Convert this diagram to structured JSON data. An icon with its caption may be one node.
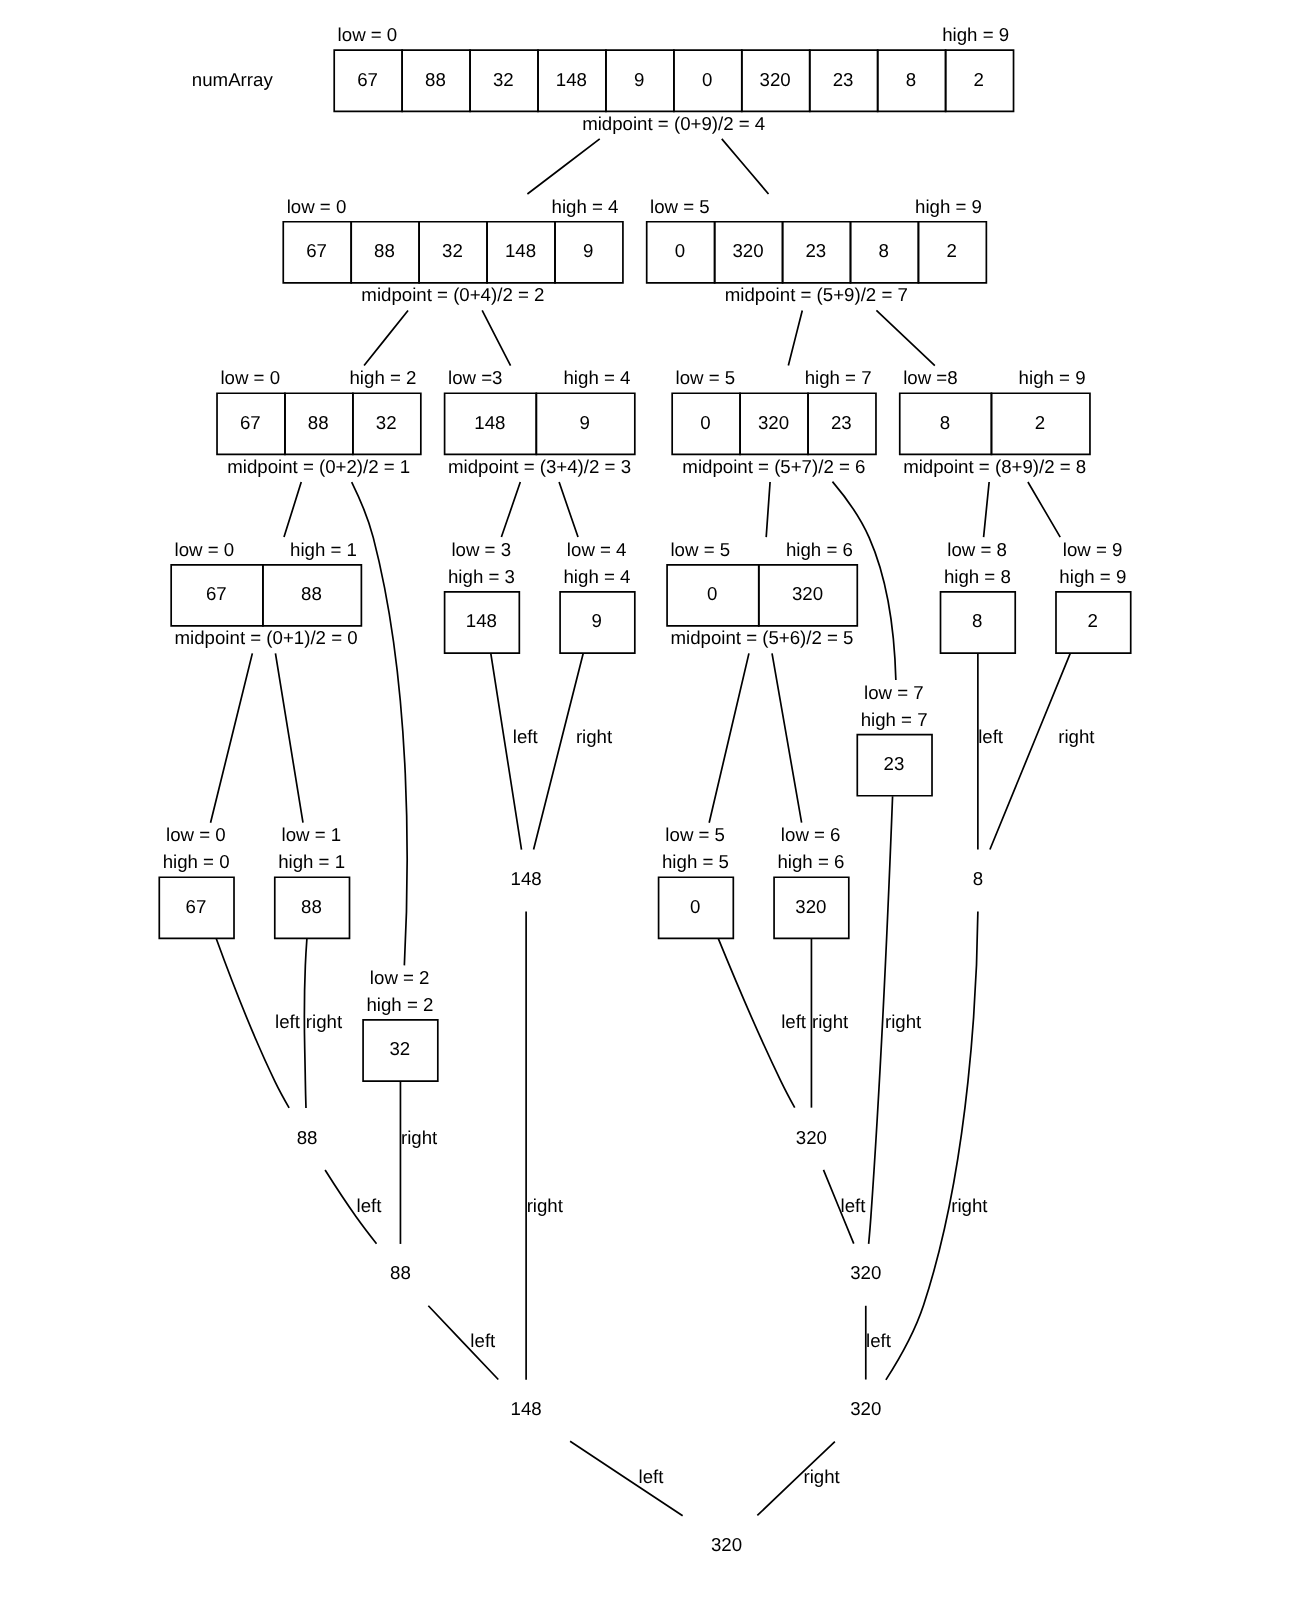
{
  "diagram": {
    "nodes": [
      {
        "text": [
          "low = 0",
          "high = 9",
          "67",
          "88",
          "32",
          "148",
          "9",
          "0",
          "320",
          "23",
          "8",
          "2"
        ],
        "beside": [
          "midpoint = (0+9)/2 = 4"
        ]
      },
      {
        "text": [
          "low = 0",
          "high = 4",
          "67",
          "88",
          "32",
          "148",
          "9"
        ],
        "beside": [
          "midpoint = (0+4)/2 = 2"
        ]
      },
      {
        "text": [
          "low = 5",
          "high = 9",
          "0",
          "320",
          "23",
          "8",
          "2"
        ],
        "beside": [
          "midpoint = (5+9)/2 = 7"
        ]
      },
      {
        "text": [
          "low = 0",
          "high = 2",
          "67",
          "88",
          "32"
        ],
        "beside": [
          "midpoint = (0+2)/2 = 1"
        ]
      },
      {
        "text": [
          "low =3",
          "high = 4",
          "148",
          "9"
        ],
        "beside": [
          "midpoint = (3+4)/2 = 3"
        ]
      },
      {
        "text": [
          "low = 5",
          "high = 7",
          "0",
          "320",
          "23"
        ],
        "beside": [
          "midpoint = (5+7)/2 = 6"
        ]
      },
      {
        "text": [
          "low =8",
          "high = 9",
          "8",
          "2"
        ],
        "beside": [
          "midpoint = (8+9)/2 = 8"
        ]
      },
      {
        "text": [
          "low = 0",
          "high = 1",
          "67",
          "88"
        ],
        "beside": [
          "midpoint = (0+1)/2 = 0"
        ]
      },
      {
        "text": [
          "low = 2",
          "high = 2",
          "32"
        ]
      },
      {
        "text": [
          "low = 3",
          "high = 3",
          "148"
        ]
      },
      {
        "text": [
          "low = 4",
          "high = 4",
          "9"
        ]
      },
      {
        "text": [
          "low = 5",
          "high = 6",
          "0",
          "320"
        ],
        "beside": [
          "midpoint = (5+6)/2 = 5"
        ]
      },
      {
        "text": [
          "low = 7",
          "high = 7",
          "23"
        ]
      },
      {
        "text": [
          "low = 8",
          "high = 8",
          "8"
        ]
      },
      {
        "text": [
          "low = 9",
          "high = 9",
          "2"
        ]
      },
      {
        "text": [
          "low = 0",
          "high = 0",
          "67"
        ]
      },
      {
        "text": [
          "low = 1",
          "high = 1",
          "88"
        ]
      },
      {
        "text": [
          "low = 5",
          "high = 5",
          "0"
        ]
      },
      {
        "text": [
          "low = 6",
          "high = 6",
          "320"
        ]
      },
      {
        "text": [
          "148"
        ]
      },
      {
        "text": [
          "8"
        ]
      },
      {
        "text": [
          "88"
        ]
      },
      {
        "text": [
          "320"
        ]
      },
      {
        "text": [
          "88"
        ]
      },
      {
        "text": [
          "320"
        ]
      },
      {
        "text": [
          "148"
        ]
      },
      {
        "text": [
          "320"
        ]
      },
      {
        "text": [
          "320"
        ]
      }
    ],
    "edges": [
      {
        "from": 0,
        "to": 1,
        "arrow": "none"
      },
      {
        "from": 0,
        "to": 2,
        "arrow": "none"
      },
      {
        "from": 1,
        "to": 3,
        "arrow": "none"
      },
      {
        "from": 1,
        "to": 4,
        "arrow": "none"
      },
      {
        "from": 2,
        "to": 5,
        "arrow": "none"
      },
      {
        "from": 2,
        "to": 6,
        "arrow": "none"
      },
      {
        "from": 3,
        "to": 7,
        "arrow": "none"
      },
      {
        "from": 3,
        "to": 8,
        "arrow": "none"
      },
      {
        "from": 4,
        "to": 9,
        "arrow": "none"
      },
      {
        "from": 4,
        "to": 10,
        "arrow": "none"
      },
      {
        "from": 5,
        "to": 11,
        "arrow": "none"
      },
      {
        "from": 5,
        "to": 12,
        "arrow": "none"
      },
      {
        "from": 6,
        "to": 13,
        "arrow": "none"
      },
      {
        "from": 6,
        "to": 14,
        "arrow": "none"
      },
      {
        "from": 7,
        "to": 15,
        "arrow": "none"
      },
      {
        "from": 7,
        "to": 16,
        "arrow": "none"
      },
      {
        "from": 11,
        "to": 17,
        "arrow": "none"
      },
      {
        "from": 11,
        "to": 18,
        "arrow": "none"
      },
      {
        "from": 9,
        "to": 19,
        "label": "left",
        "arrow": "none"
      },
      {
        "from": 10,
        "to": 19,
        "label": "right",
        "arrow": "none"
      },
      {
        "from": 13,
        "to": 20,
        "label": "left",
        "arrow": "none"
      },
      {
        "from": 14,
        "to": 20,
        "label": "right",
        "arrow": "none"
      },
      {
        "from": 15,
        "to": 21,
        "label": "left",
        "arrow": "none"
      },
      {
        "from": 16,
        "to": 21,
        "label": "right",
        "arrow": "none"
      },
      {
        "from": 17,
        "to": 22,
        "label": "left",
        "arrow": "none"
      },
      {
        "from": 18,
        "to": 22,
        "label": "right",
        "arrow": "none"
      },
      {
        "from": 21,
        "to": 23,
        "label": "left",
        "arrow": "none"
      },
      {
        "from": 8,
        "to": 23,
        "label": "right",
        "arrow": "none"
      },
      {
        "from": 22,
        "to": 24,
        "label": "left",
        "arrow": "none"
      },
      {
        "from": 12,
        "to": 24,
        "label": "right",
        "arrow": "none"
      },
      {
        "from": 23,
        "to": 25,
        "label": "left",
        "arrow": "none"
      },
      {
        "from": 19,
        "to": 25,
        "label": "right",
        "arrow": "none"
      },
      {
        "from": 24,
        "to": 26,
        "label": "left",
        "arrow": "none"
      },
      {
        "from": 20,
        "to": 26,
        "label": "right",
        "arrow": "none"
      },
      {
        "from": 25,
        "to": 27,
        "label": "left",
        "arrow": "none"
      },
      {
        "from": 26,
        "to": 27,
        "label": "right",
        "arrow": "none"
      }
    ],
    "labels": [
      "numArray"
    ]
  }
}
